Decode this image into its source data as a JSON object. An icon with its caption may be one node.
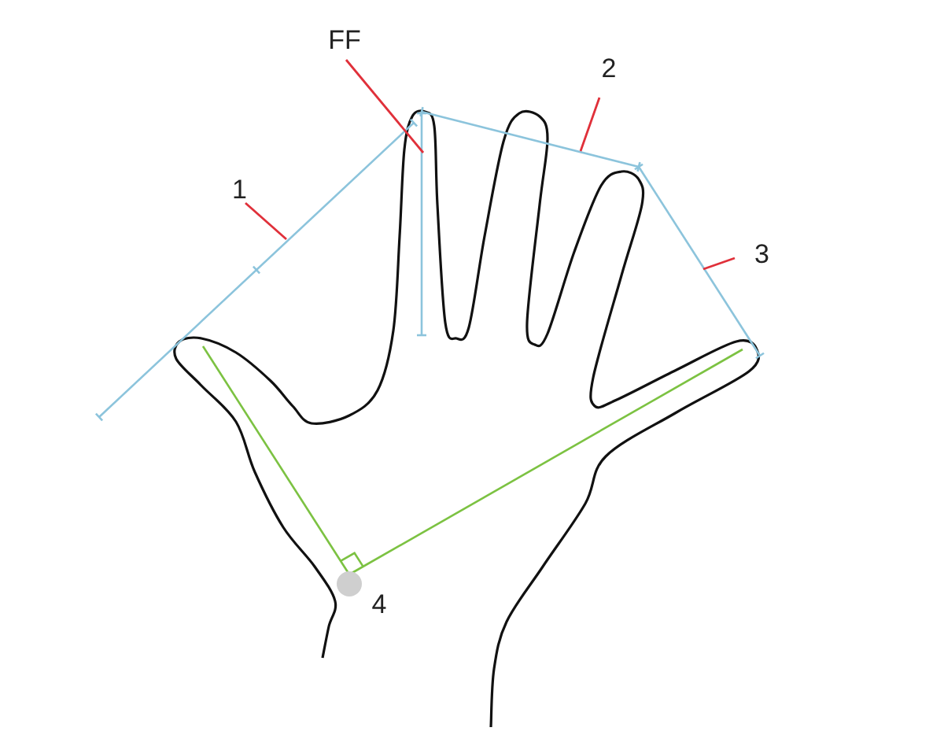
{
  "diagram": {
    "nodes": [
      {
        "text": [
          "FF"
        ]
      },
      {
        "text": [
          "1"
        ]
      },
      {
        "text": [
          "2"
        ]
      },
      {
        "text": [
          "3"
        ]
      }
    ],
    "edges": [
      {
        "from": 0,
        "to": null,
        "arrow": "none"
      },
      {
        "from": 1,
        "to": null,
        "arrow": "none"
      },
      {
        "from": 2,
        "to": null,
        "arrow": "none"
      },
      {
        "from": 3,
        "to": null,
        "arrow": "none"
      }
    ],
    "labels": [
      "4"
    ]
  }
}
